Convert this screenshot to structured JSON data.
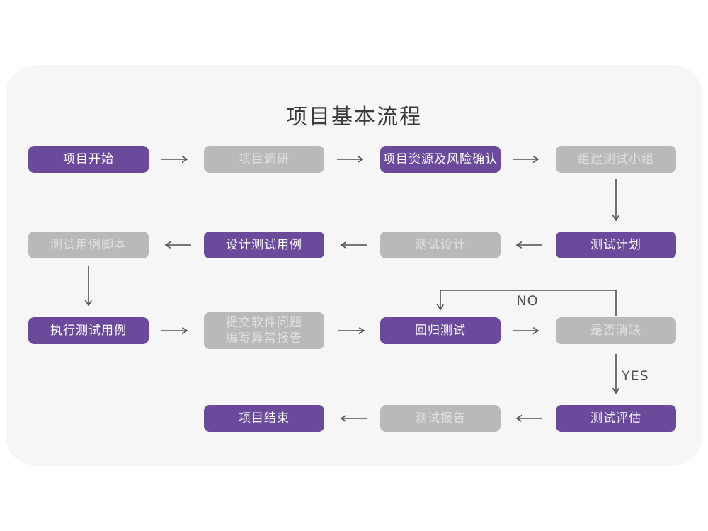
{
  "title": "项目基本流程",
  "colors": {
    "purple": "#6b4a9b",
    "gray": "#b9b9b9",
    "card-bg": "#f6f6f6",
    "arrow": "#4f4f4f",
    "title-text": "#3b3b3b",
    "purple-text": "#ffffff",
    "gray-text": "#dfdfdf"
  },
  "edge_labels": {
    "no": "NO",
    "yes": "YES"
  },
  "nodes": [
    {
      "label": "项目开始",
      "variant": "purple"
    },
    {
      "label": "项目调研",
      "variant": "gray"
    },
    {
      "label": "项目资源及风险确认",
      "variant": "purple"
    },
    {
      "label": "组建测试小组",
      "variant": "gray"
    },
    {
      "label": "测试计划",
      "variant": "purple"
    },
    {
      "label": "测试设计",
      "variant": "gray"
    },
    {
      "label": "设计测试用例",
      "variant": "purple"
    },
    {
      "label": "测试用例脚本",
      "variant": "gray"
    },
    {
      "label": "执行测试用例",
      "variant": "purple"
    },
    {
      "label": "提交软件问题\n编写异常报告",
      "variant": "gray"
    },
    {
      "label": "回归测试",
      "variant": "purple"
    },
    {
      "label": "是否消缺",
      "variant": "gray"
    },
    {
      "label": "测试评估",
      "variant": "purple"
    },
    {
      "label": "测试报告",
      "variant": "gray"
    },
    {
      "label": "项目结束",
      "variant": "purple"
    }
  ],
  "edges": [
    {
      "from": "项目开始",
      "to": "项目调研",
      "label": ""
    },
    {
      "from": "项目调研",
      "to": "项目资源及风险确认",
      "label": ""
    },
    {
      "from": "项目资源及风险确认",
      "to": "组建测试小组",
      "label": ""
    },
    {
      "from": "组建测试小组",
      "to": "测试计划",
      "label": ""
    },
    {
      "from": "测试计划",
      "to": "测试设计",
      "label": ""
    },
    {
      "from": "测试设计",
      "to": "设计测试用例",
      "label": ""
    },
    {
      "from": "设计测试用例",
      "to": "测试用例脚本",
      "label": ""
    },
    {
      "from": "测试用例脚本",
      "to": "执行测试用例",
      "label": ""
    },
    {
      "from": "执行测试用例",
      "to": "提交软件问题 编写异常报告",
      "label": ""
    },
    {
      "from": "提交软件问题 编写异常报告",
      "to": "回归测试",
      "label": ""
    },
    {
      "from": "回归测试",
      "to": "是否消缺",
      "label": ""
    },
    {
      "from": "是否消缺",
      "to": "回归测试",
      "label": "NO"
    },
    {
      "from": "是否消缺",
      "to": "测试评估",
      "label": "YES"
    },
    {
      "from": "测试评估",
      "to": "测试报告",
      "label": ""
    },
    {
      "from": "测试报告",
      "to": "项目结束",
      "label": ""
    }
  ]
}
